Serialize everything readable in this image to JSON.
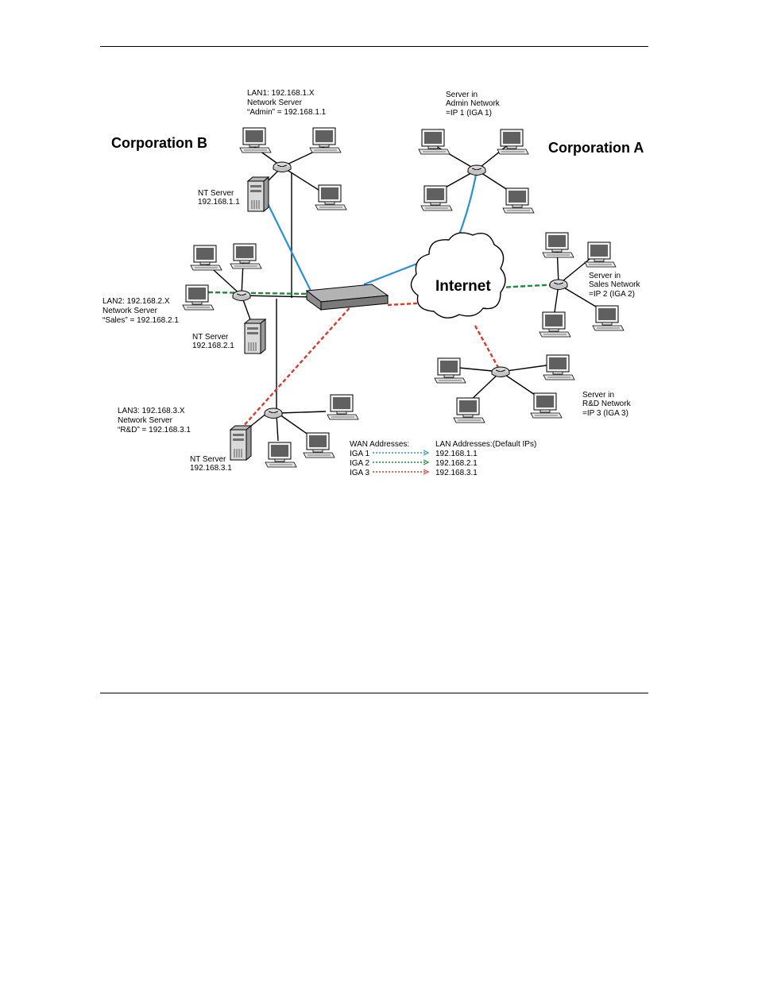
{
  "colors": {
    "iga1": "#2a8fd6",
    "iga2": "#1e8a3c",
    "iga3": "#d93a2b",
    "link": "#000000"
  },
  "corp_b": "Corporation B",
  "corp_a": "Corporation A",
  "internet": "Internet",
  "lan1": {
    "l1": "LAN1: 192.168.1.X",
    "l2": "Network Server",
    "l3": "“Admin” = 192.168.1.1"
  },
  "lan2": {
    "l1": "LAN2: 192.168.2.X",
    "l2": "Network Server",
    "l3": "“Sales” = 192.168.2.1"
  },
  "lan3": {
    "l1": "LAN3: 192.168.3.X",
    "l2": "Network Server",
    "l3": "“R&D” = 192.168.3.1"
  },
  "nt1": {
    "l1": "NT Server",
    "l2": "192.168.1.1"
  },
  "nt2": {
    "l1": "NT Server",
    "l2": "192.168.2.1"
  },
  "nt3": {
    "l1": "NT Server",
    "l2": "192.168.3.1"
  },
  "admin_srv": {
    "l1": "Server in",
    "l2": "Admin Network",
    "l3": "=IP 1 (IGA 1)"
  },
  "sales_srv": {
    "l1": "Server in",
    "l2": "Sales Network",
    "l3": "=IP 2 (IGA 2)"
  },
  "rd_srv": {
    "l1": "Server in",
    "l2": "R&D Network",
    "l3": "=IP 3 (IGA 3)"
  },
  "legend": {
    "wan_header": "WAN Addresses:",
    "lan_header": "LAN Addresses:(Default IPs)",
    "rows": [
      {
        "wan": "IGA 1",
        "lan": "192.168.1.1"
      },
      {
        "wan": "IGA 2",
        "lan": "192.168.2.1"
      },
      {
        "wan": "IGA 3",
        "lan": "192.168.3.1"
      }
    ]
  }
}
